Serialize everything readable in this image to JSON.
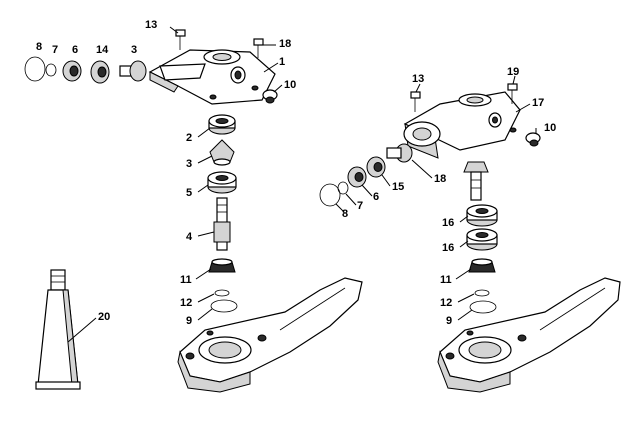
{
  "callouts": {
    "l_8": "8",
    "l_7": "7",
    "l_6": "6",
    "l_14": "14",
    "l_3a": "3",
    "l_13a": "13",
    "l_18a": "18",
    "l_1": "1",
    "l_10a": "10",
    "l_2": "2",
    "l_3b": "3",
    "l_5": "5",
    "l_4": "4",
    "l_11a": "11",
    "l_12a": "12",
    "l_9a": "9",
    "l_20": "20",
    "r_13": "13",
    "r_19": "19",
    "r_17": "17",
    "r_10": "10",
    "r_18": "18",
    "r_15": "15",
    "r_6": "6",
    "r_7": "7",
    "r_8": "8",
    "r_16a": "16",
    "r_16b": "16",
    "r_11": "11",
    "r_12": "12",
    "r_9": "9"
  }
}
